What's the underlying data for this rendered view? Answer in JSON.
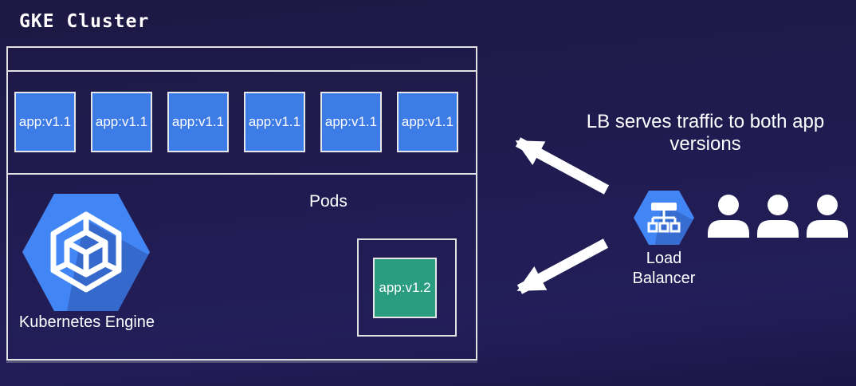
{
  "title": "GKE Cluster",
  "cluster": {
    "pods": [
      "app:v1.1",
      "app:v1.1",
      "app:v1.1",
      "app:v1.1",
      "app:v1.1",
      "app:v1.1"
    ],
    "pods_label": "Pods",
    "new_pod": "app:v1.2",
    "engine_label": "Kubernetes Engine"
  },
  "annotation": "LB serves traffic to both app versions",
  "load_balancer": {
    "label": "Load Balancer"
  },
  "users": {
    "count": 3
  },
  "colors": {
    "background": "#201b50",
    "pod_v1_blue": "#3d7be6",
    "pod_v2_green": "#2a9c80",
    "gcp_hexagon_blue": "#4285f4",
    "box_border": "#e2e2e2",
    "text": "#ffffff"
  }
}
